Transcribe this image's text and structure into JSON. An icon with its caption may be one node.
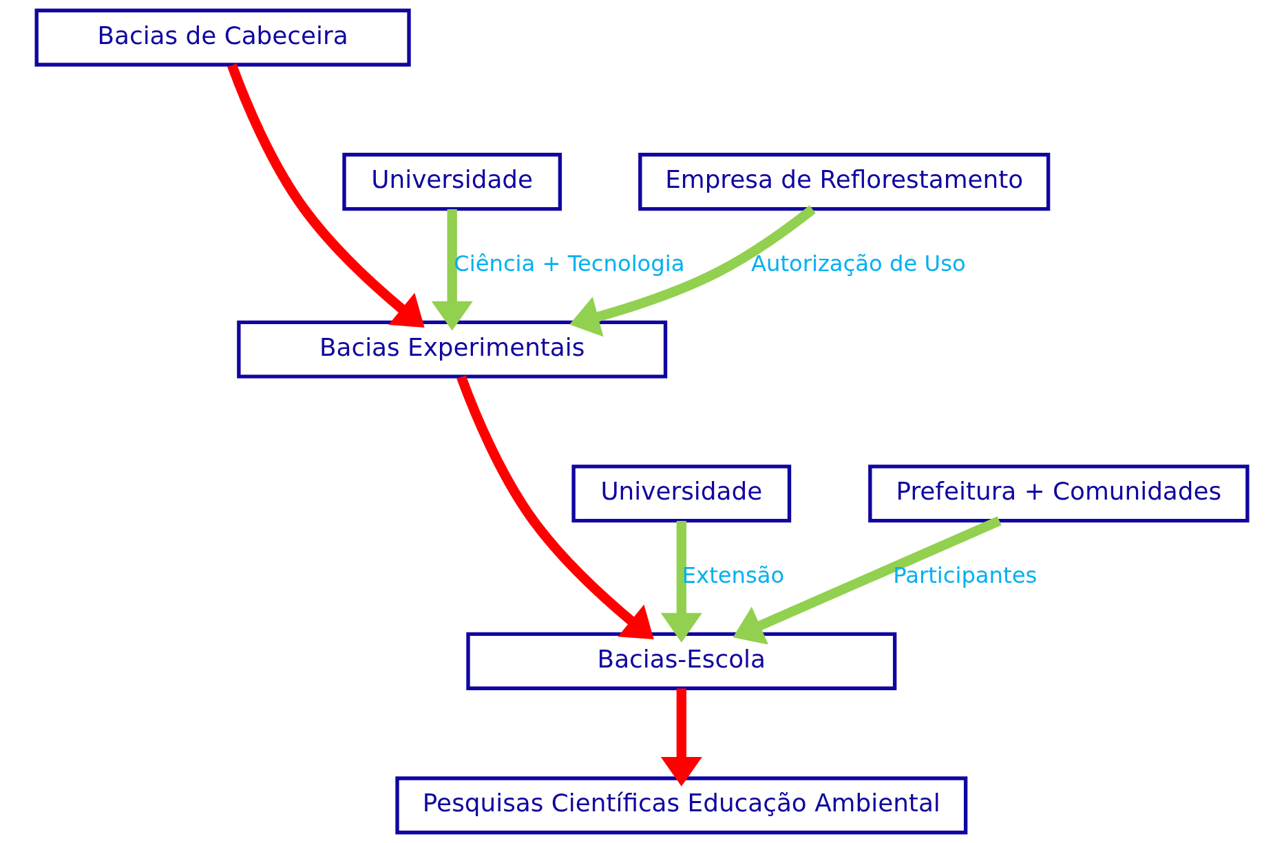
{
  "diagram": {
    "nodes": [
      {
        "text": [
          "Bacias de Cabeceira"
        ]
      },
      {
        "text": [
          "Universidade"
        ]
      },
      {
        "text": [
          "Empresa de Reflorestamento"
        ]
      },
      {
        "text": [
          "Bacias Experimentais"
        ]
      },
      {
        "text": [
          "Universidade"
        ]
      },
      {
        "text": [
          "Prefeitura + Comunidades"
        ]
      },
      {
        "text": [
          "Bacias-Escola"
        ]
      },
      {
        "text": [
          "Pesquisas Científicas Educação Ambiental"
        ]
      }
    ],
    "edges": [
      {
        "from": 0,
        "to": 3,
        "arrow": "to",
        "color": "#ff0000"
      },
      {
        "from": 1,
        "to": 3,
        "arrow": "to",
        "label": "Ciência + Tecnologia"
      },
      {
        "from": 2,
        "to": 3,
        "arrow": "to",
        "label": "Autorização de Uso"
      },
      {
        "from": 3,
        "to": 6,
        "arrow": "to",
        "color": "#ff0000"
      },
      {
        "from": 4,
        "to": 6,
        "arrow": "to",
        "label": "Extensão"
      },
      {
        "from": 5,
        "to": 6,
        "arrow": "to",
        "label": "Participantes"
      },
      {
        "from": 6,
        "to": 7,
        "arrow": "to",
        "color": "#ff0000"
      }
    ]
  }
}
